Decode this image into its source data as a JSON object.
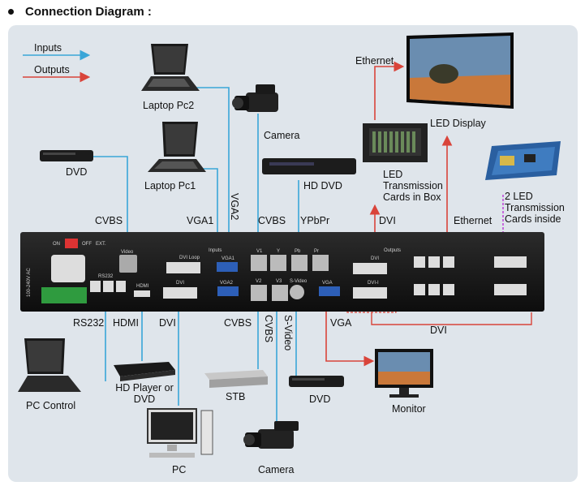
{
  "heading": "Connection Diagram :",
  "legend": {
    "inputs": "Inputs",
    "outputs": "Outputs",
    "inputs_color": "#3aa6d8",
    "outputs_color": "#d9443a"
  },
  "devices": {
    "laptop2": "Laptop Pc2",
    "laptop1": "Laptop Pc1",
    "camera_top": "Camera",
    "dvd_top": "DVD",
    "hd_dvd": "HD DVD",
    "led_box": "LED Transmission Cards in Box",
    "led_display": "LED Display",
    "cards_inside": "2 LED Transmission Cards inside",
    "pc_control": "PC Control",
    "hd_player": "HD Player or DVD",
    "pc": "PC",
    "stb": "STB",
    "camera_bottom": "Camera",
    "dvd_bottom": "DVD",
    "monitor": "Monitor"
  },
  "ports_top": {
    "cvbs": "CVBS",
    "vga1": "VGA1",
    "vga2": "VGA2",
    "cvbs2": "CVBS",
    "ypbpr": "YPbPr",
    "ethernet_box": "Ethernet",
    "dvi_out": "DVI",
    "ethernet": "Ethernet"
  },
  "ports_bottom": {
    "rs232": "RS232",
    "hdmi": "HDMI",
    "dvi": "DVI",
    "cvbs": "CVBS",
    "cvbs_v": "CVBS",
    "svideo": "S-Video",
    "vga": "VGA",
    "dvi_out": "DVI"
  },
  "panel_labels": {
    "on": "ON",
    "off": "OFF",
    "ext": "EXT.",
    "video": "Video",
    "dvi_loop": "DVI Loop",
    "inputs": "Inputs",
    "vga1": "VGA1",
    "v1": "V1",
    "y": "Y",
    "pb": "Pb",
    "pr": "Pr",
    "outputs": "Outputs",
    "dvi": "DVI",
    "rs232": "RS232",
    "hdmi": "HDMI",
    "dvi2": "DVI",
    "vga2": "VGA2",
    "v2": "V2",
    "v3": "V3",
    "svideo": "S-Video",
    "vga": "VGA",
    "dvi_i": "DVI-I",
    "ac": "100-240V AC"
  }
}
